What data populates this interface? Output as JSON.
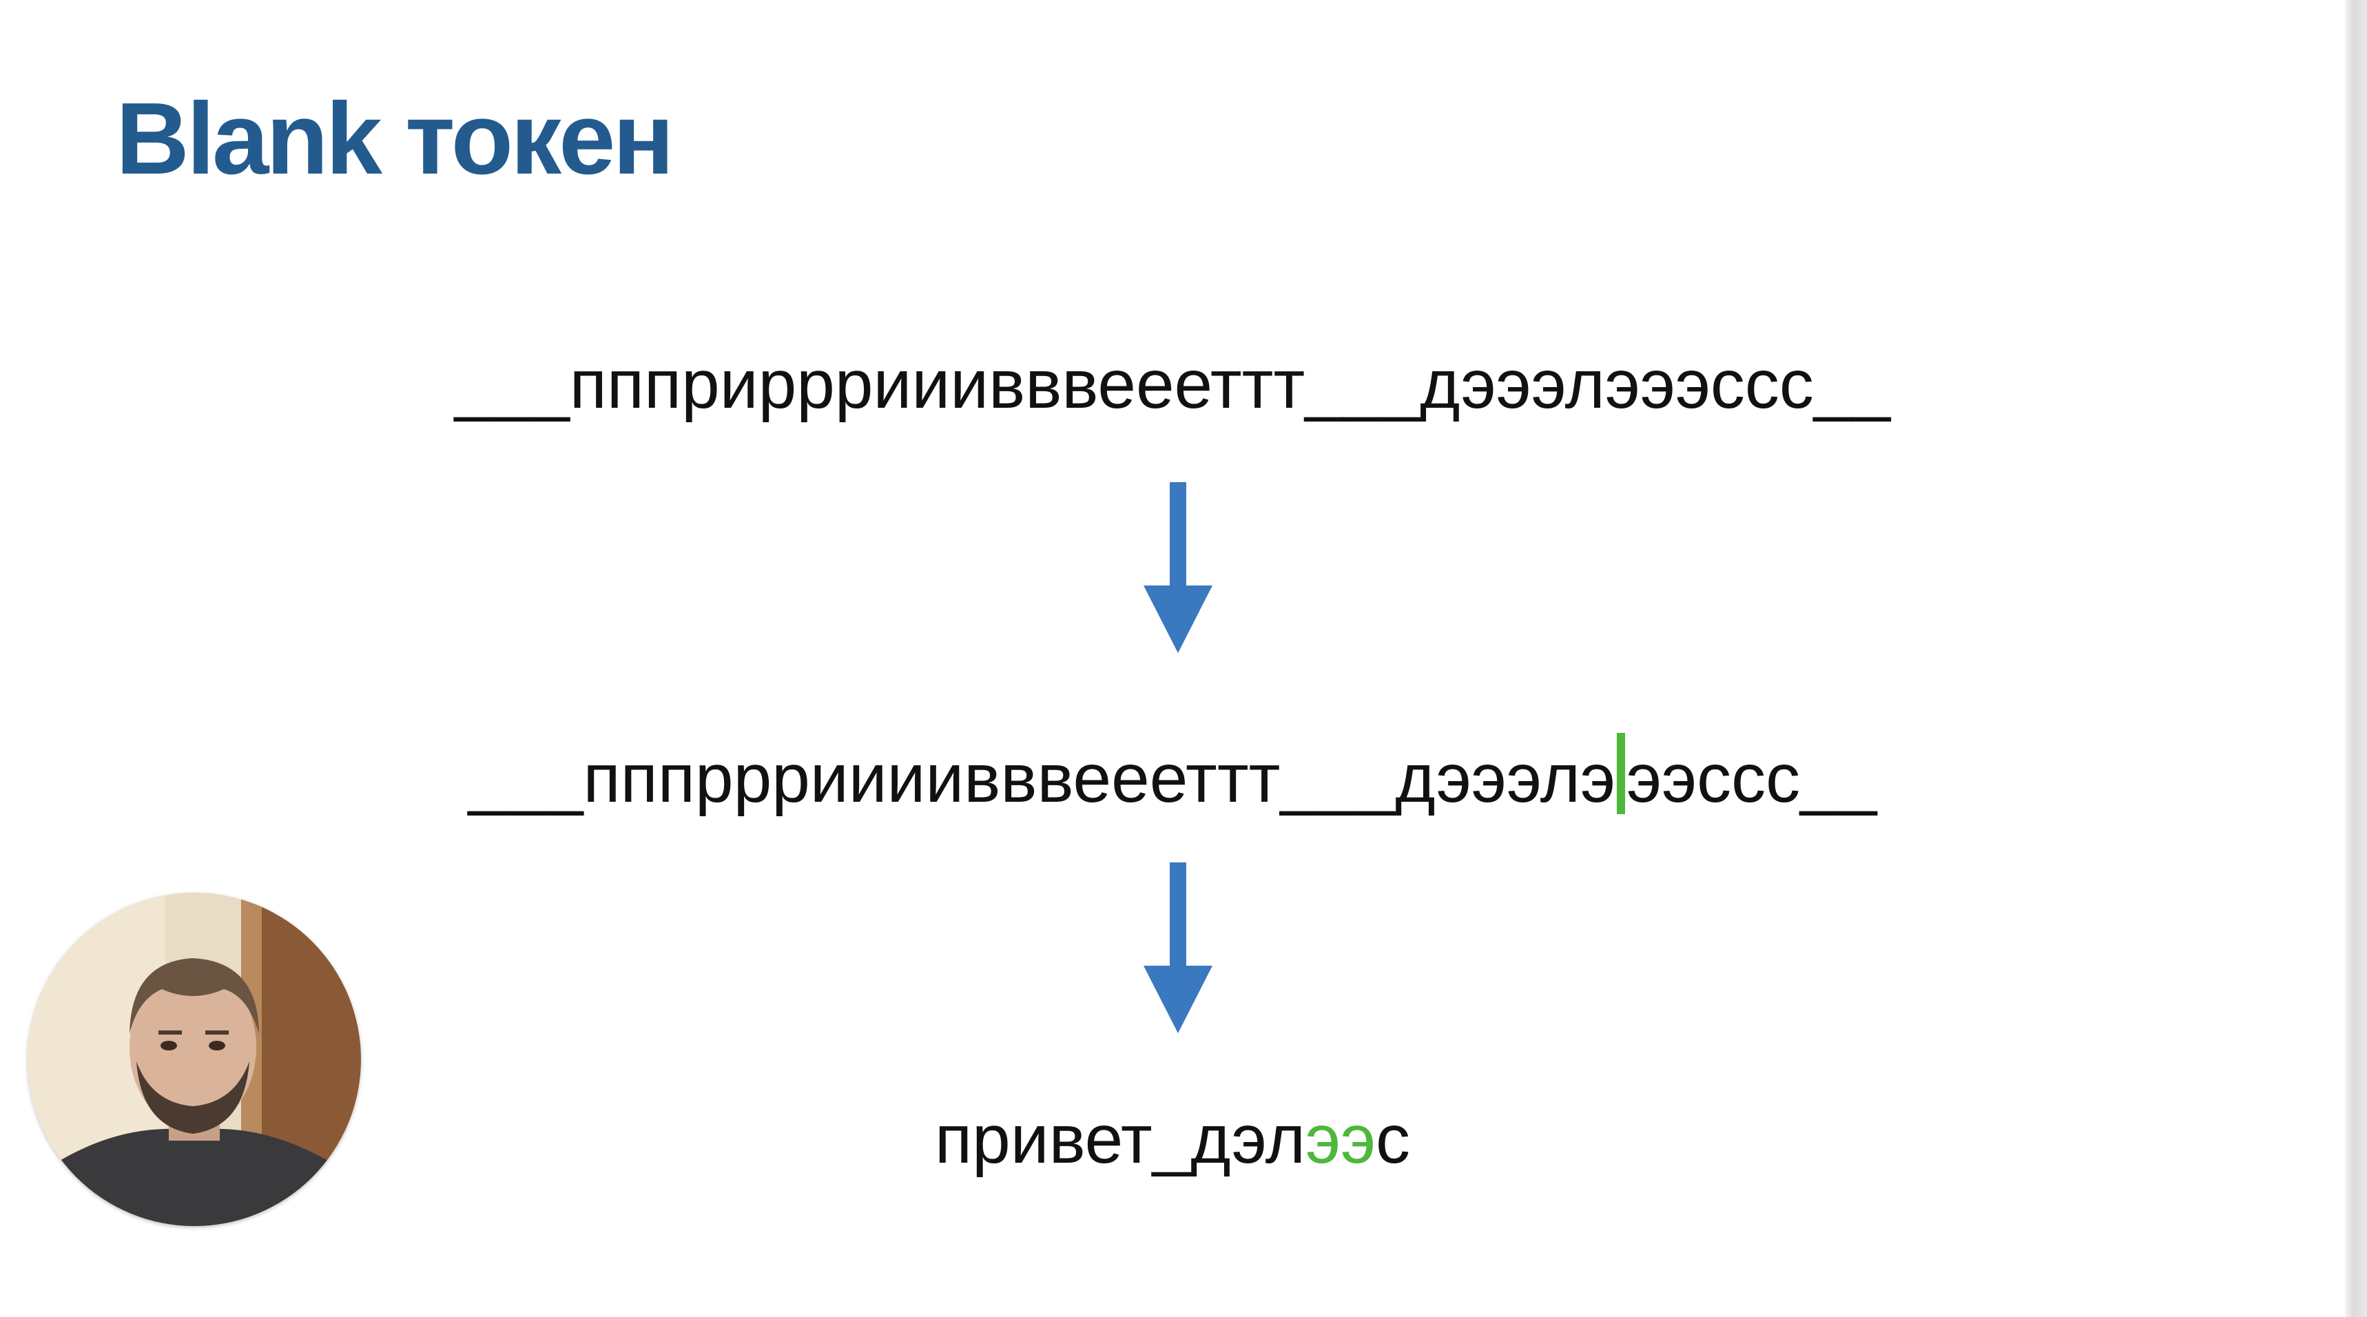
{
  "slide": {
    "title": "Blank токен",
    "sequence_raw": "___ппприрррииивввеееттт___дэээлэээссс__",
    "sequence_split": {
      "before_cursor": "___пппррриииивввеееттт___дэээлэ",
      "after_cursor": "ээссс__"
    },
    "result": {
      "prefix": "привет_дэл",
      "highlight": "ээ",
      "suffix": "с"
    },
    "colors": {
      "title": "#235b8e",
      "arrow": "#3a78c0",
      "highlight": "#4db83a",
      "text": "#111111"
    }
  },
  "icons": {
    "arrow_1": "arrow-down-icon",
    "arrow_2": "arrow-down-icon"
  },
  "presenter_video": "webcam-overlay"
}
